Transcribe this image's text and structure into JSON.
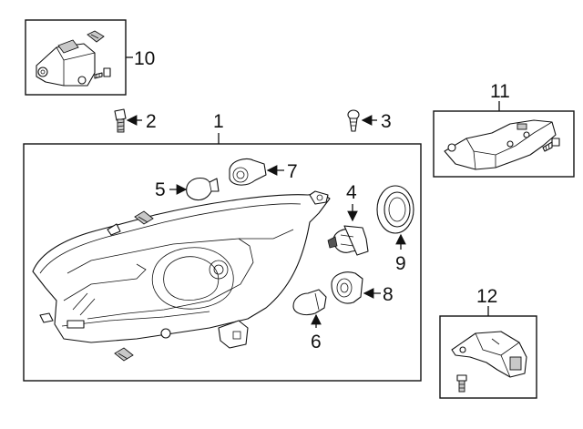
{
  "callouts": {
    "c1": "1",
    "c2": "2",
    "c3": "3",
    "c4": "4",
    "c5": "5",
    "c6": "6",
    "c7": "7",
    "c8": "8",
    "c9": "9",
    "c10": "10",
    "c11": "11",
    "c12": "12"
  },
  "icons": {
    "arrow": "arrowhead",
    "parts": [
      "headlamp-assembly",
      "bolt",
      "clip",
      "bulb",
      "bulb-socket",
      "seal-cap",
      "bracket",
      "nut"
    ]
  }
}
